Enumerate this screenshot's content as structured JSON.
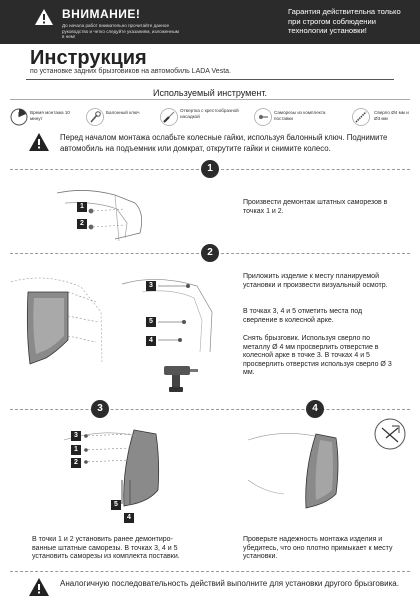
{
  "header": {
    "warning_title": "ВНИМАНИЕ!",
    "warning_sub": "До начала работ внимательно прочитайте данное руководство и четко следуйте указаниям, изложенным в нем!",
    "guarantee": "Гарантия действительна только при строгом соблюдении технологии установки!"
  },
  "title": "Инструкция",
  "subtitle": "по установке задних брызговиков на автомобиль LADA Vesta.",
  "tools": {
    "heading": "Используемый инструмент.",
    "items": [
      {
        "label": "Время монтажа 10 минут",
        "icon": "clock-icon"
      },
      {
        "label": "Балонный ключ",
        "icon": "wrench-icon"
      },
      {
        "label": "Отвертка с крестообразной насадкой",
        "icon": "screwdriver-icon"
      },
      {
        "label": "Саморезы из комплекта поставки",
        "icon": "screws-icon"
      },
      {
        "label": "Сверло Ø4 мм и Ø3 мм",
        "icon": "drill-bit-icon"
      }
    ]
  },
  "notice_top": "Перед началом монтажа ослабьте колесные гайки, используя балонный ключ. Поднимите автомобиль на подъемник или домкрат, открутите гайки и снимите колесо.",
  "steps": [
    {
      "number": "1",
      "text": "Произвести демонтаж штатных саморезов в точках 1 и 2."
    },
    {
      "number": "2",
      "text_a": "Приложить изделие к месту планируемой установки и произвести визуальный осмотр.",
      "text_b": "В точках 3, 4 и 5 отметить места под сверление в колесной арке.",
      "text_c": "Снять брызговик. Используя сверло по металлу Ø 4 мм просверлить отверстие в колесной арке в точке 3. В точках 4 и 5 просверлить отверстия используя сверло Ø 3 мм."
    },
    {
      "number": "3",
      "text": "В точки 1 и 2 установить ранее демонтиро-ванные штатные саморезы. В точках 3, 4 и 5 установить саморезы из комплекта поставки."
    },
    {
      "number": "4",
      "text": "Проверьте надежность монтажа изделия и убедитесь, что оно плотно примыкает к месту установки."
    }
  ],
  "markers": {
    "m1": "1",
    "m2": "2",
    "m3": "3",
    "m4": "4",
    "m5": "5"
  },
  "footer_notice": "Аналогичную последовательность действий выполните для установки другого брызговика.",
  "colors": {
    "header_bg": "#2b2b2b",
    "text": "#222222",
    "accent": "#ffffff"
  }
}
